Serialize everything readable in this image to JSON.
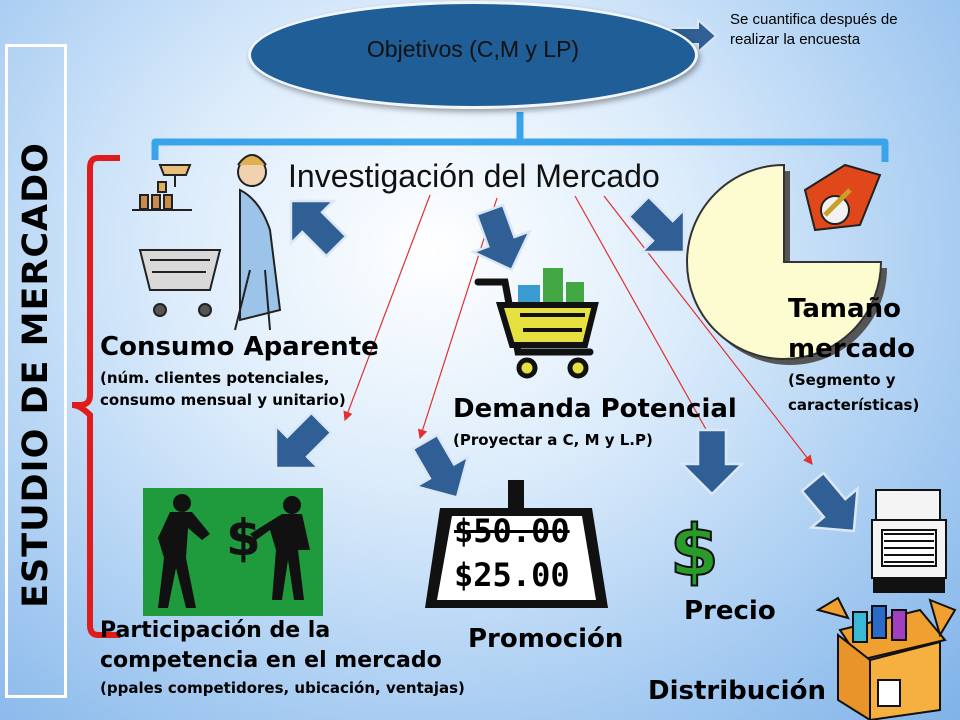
{
  "side_title": "ESTUDIO DE MERCADO",
  "objectives": "Objetivos (C,M y LP)",
  "note": {
    "line1": "Se cuantifica después de",
    "line2": "realizar la encuesta"
  },
  "heading": "Investigación del Mercado",
  "consumo": {
    "title": "Consumo Aparente",
    "line1": "(núm. clientes potenciales,",
    "line2": "consumo mensual y unitario)"
  },
  "demanda": {
    "title": "Demanda Potencial",
    "sub": "(Proyectar a C, M y L.P)"
  },
  "tamano": {
    "line1": "Tamaño",
    "line2": "mercado",
    "sub1": "(Segmento y",
    "sub2": "características)"
  },
  "participacion": {
    "line1": "Participación de la",
    "line2": "competencia en el mercado",
    "sub": "(ppales competidores, ubicación, ventajas)"
  },
  "promocion": "Promoción",
  "precio": "Precio",
  "distribucion": "Distribución",
  "price_tag": {
    "old": "$50.00",
    "new": "$25.00"
  },
  "colors": {
    "ellipse": "#1f5e97",
    "arrow": "#2f5f94",
    "bracket": "#e01b1b",
    "connector": "#3aa4ea",
    "money_green": "#2a9b2a"
  },
  "icons": [
    "shopper-icon",
    "shopping-cart-icon",
    "pie-chart-icon",
    "handshake-dispute-icon",
    "price-tag-icon",
    "dollar-icon",
    "truck-icon",
    "box-icon"
  ]
}
